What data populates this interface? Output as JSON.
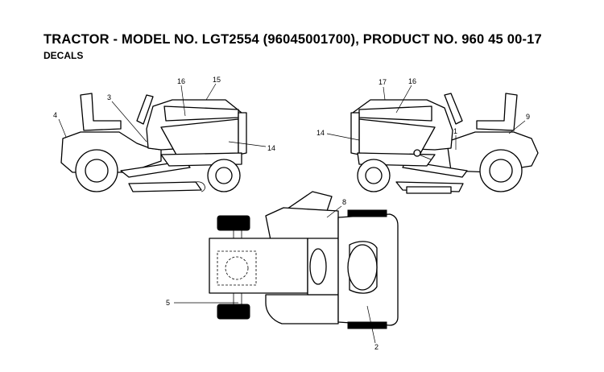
{
  "header": {
    "title": "TRACTOR - MODEL NO. LGT2554 (96045001700), PRODUCT NO. 960 45 00-17",
    "subtitle": "DECALS"
  },
  "callouts": {
    "c1": "1",
    "c2": "2",
    "c3": "3",
    "c4": "4",
    "c5": "5",
    "c8": "8",
    "c9": "9",
    "c14_left": "14",
    "c14_right": "14",
    "c15": "15",
    "c16_left": "16",
    "c16_right": "16",
    "c17": "17"
  }
}
